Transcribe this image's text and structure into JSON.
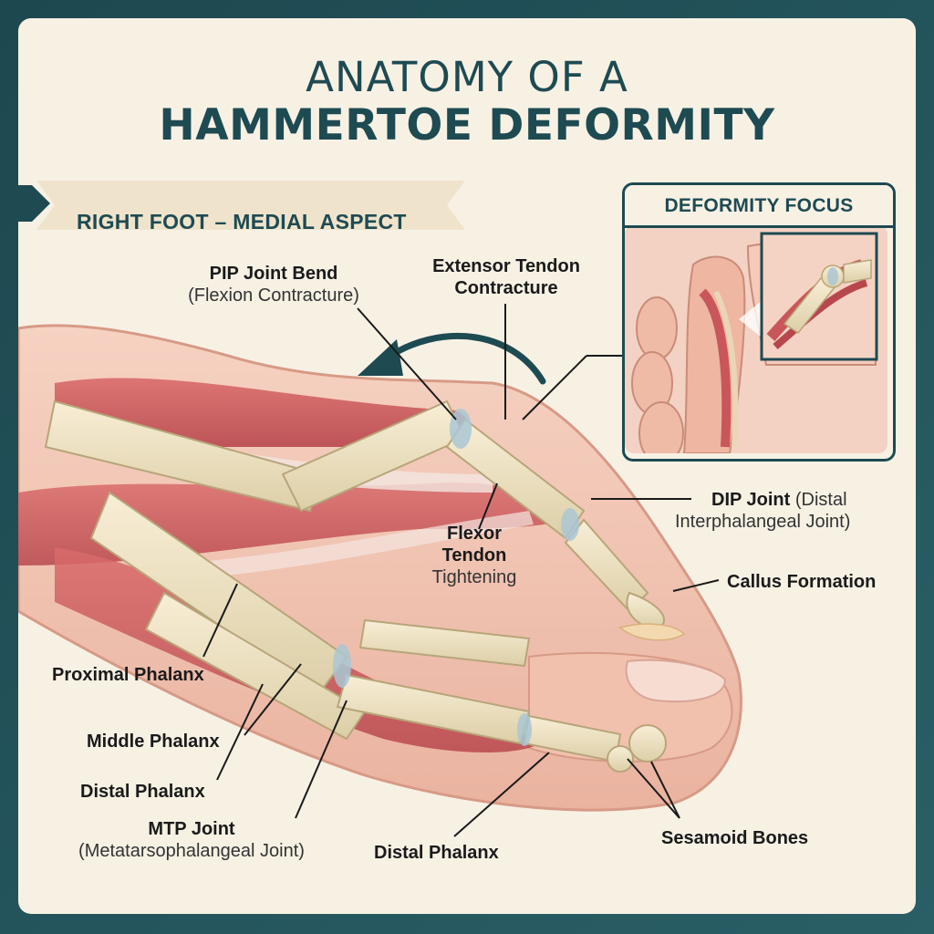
{
  "title": {
    "line1": "ANATOMY OF A",
    "line2": "HAMMERTOE DEFORMITY"
  },
  "section": {
    "banner": "RIGHT FOOT – MEDIAL ASPECT"
  },
  "inset": {
    "title": "DEFORMITY FOCUS"
  },
  "labels": {
    "pip_bold": "PIP Joint Bend",
    "pip_sub": "(Flexion Contracture)",
    "extensor_1": "Extensor Tendon",
    "extensor_2": "Contracture",
    "dip_bold": "DIP Joint",
    "dip_rest": " (Distal",
    "dip_sub": "Interphalangeal Joint)",
    "flexor_1": "Flexor",
    "flexor_2": "Tendon",
    "flexor_3": "Tightening",
    "callus": "Callus Formation",
    "proximal": "Proximal Phalanx",
    "middle": "Middle Phalanx",
    "distal_left": "Distal Phalanx",
    "mtp_bold": "MTP Joint",
    "mtp_sub": "(Metatarsophalangeal Joint)",
    "distal_bottom": "Distal Phalanx",
    "sesamoid": "Sesamoid Bones"
  },
  "colors": {
    "frame": "#1e4a52",
    "background": "#f7f1e4",
    "skin": "#f2c2ad",
    "muscle": "#c9565a",
    "bone": "#efe3c2",
    "cartilage": "#a9c7d3"
  }
}
